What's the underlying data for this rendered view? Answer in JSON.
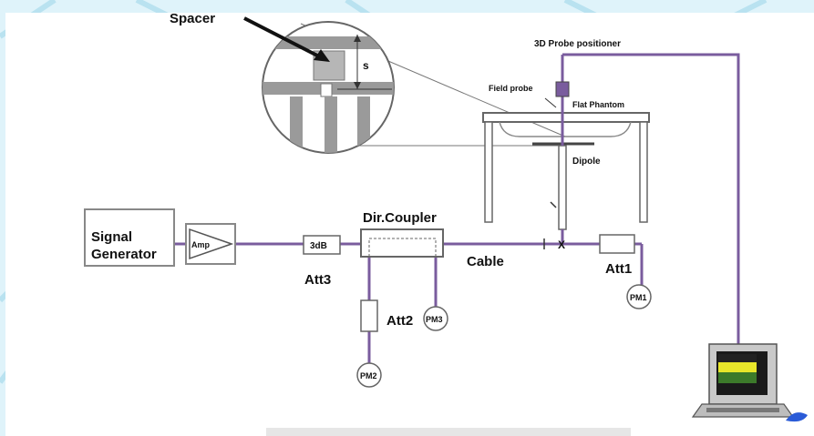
{
  "labels": {
    "spacer": "Spacer",
    "s": "s",
    "probe_positioner": "3D Probe positioner",
    "field_probe": "Field probe",
    "flat_phantom": "Flat Phantom",
    "dipole": "Dipole",
    "signal_generator_line1": "Signal",
    "signal_generator_line2": "Generator",
    "amp": "Amp",
    "att_3db": "3dB",
    "att3": "Att3",
    "dir_coupler": "Dir.Coupler",
    "cable": "Cable",
    "x_mark": "X",
    "att1": "Att1",
    "pm1": "PM1",
    "att2": "Att2",
    "pm2": "PM2",
    "pm3": "PM3"
  },
  "colors": {
    "background_pattern": "#d5eef7",
    "cable_purple": "#7a5c9e",
    "box_outline": "#666666",
    "monitor_yellow": "#e8e62a",
    "monitor_green": "#3c7a2a"
  }
}
